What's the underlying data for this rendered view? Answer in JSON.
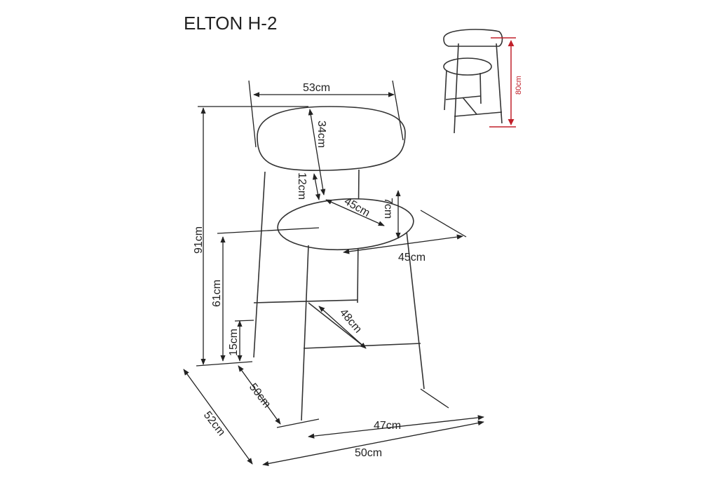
{
  "title": "ELTON H-2",
  "dimensions": {
    "back_width": "53cm",
    "back_height": "34cm",
    "back_gap": "12cm",
    "seat_depth": "45cm",
    "seat_thickness": "7cm",
    "seat_width": "45cm",
    "total_height": "91cm",
    "seat_height": "61cm",
    "footrest_height": "15cm",
    "footrest_length": "48cm",
    "base_depth_inner": "50cm",
    "base_depth_outer": "52cm",
    "base_width_inner": "47cm",
    "base_width_outer": "50cm"
  },
  "inset": {
    "height": "80cm",
    "accent_color": "#c0202a"
  }
}
